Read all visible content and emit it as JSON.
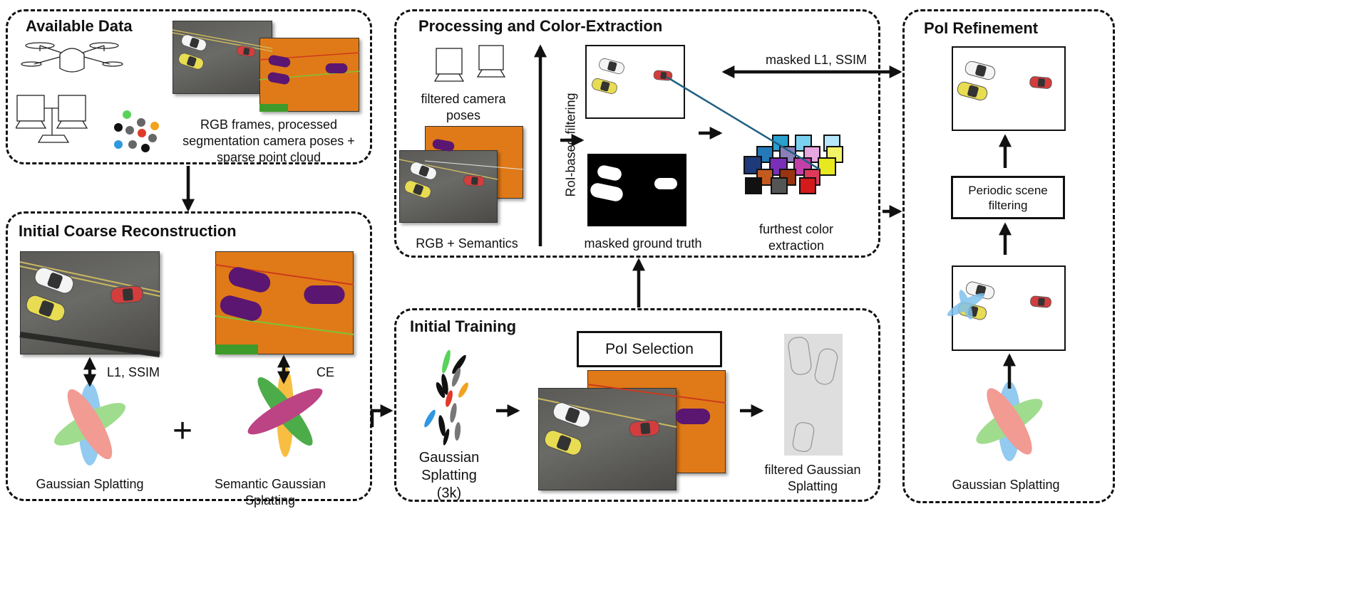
{
  "panels": {
    "available_data": {
      "title": "Available Data",
      "caption": "RGB frames, processed segmentation camera poses + sparse point cloud"
    },
    "coarse": {
      "title": "Initial Coarse Reconstruction",
      "loss_rgb": "L1, SSIM",
      "loss_sem": "CE",
      "plus": "+",
      "gs_label": "Gaussian Splatting",
      "sgs_label": "Semantic Gaussian Splatting"
    },
    "processing": {
      "title": "Processing and Color-Extraction",
      "poses_label": "filtered camera poses",
      "rgb_sem_label": "RGB + Semantics",
      "roi_label": "RoI-based filtering",
      "masked_label": "masked ground truth",
      "color_label": "furthest color extraction",
      "loss_label": "masked L1, SSIM"
    },
    "initial_training": {
      "title": "Initial Training",
      "gs_label_1": "Gaussian",
      "gs_label_2": "Splatting",
      "gs_label_3": "(3k)",
      "poi_selection": "PoI Selection",
      "filtered_label": "filtered Gaussian Splatting"
    },
    "refinement": {
      "title": "PoI Refinement",
      "periodic": "Periodic scene filtering",
      "gs_label": "Gaussian Splatting"
    }
  },
  "colors": {
    "road": "#5e5d5a",
    "segmentation": "#e07a18",
    "car_mask": "#5a1670",
    "lane": "#7cc436",
    "gauss_green": "#8fd67a",
    "gauss_red": "#ef8a80",
    "gauss_blue": "#7fc1ee",
    "connector": "#1f5f82"
  }
}
